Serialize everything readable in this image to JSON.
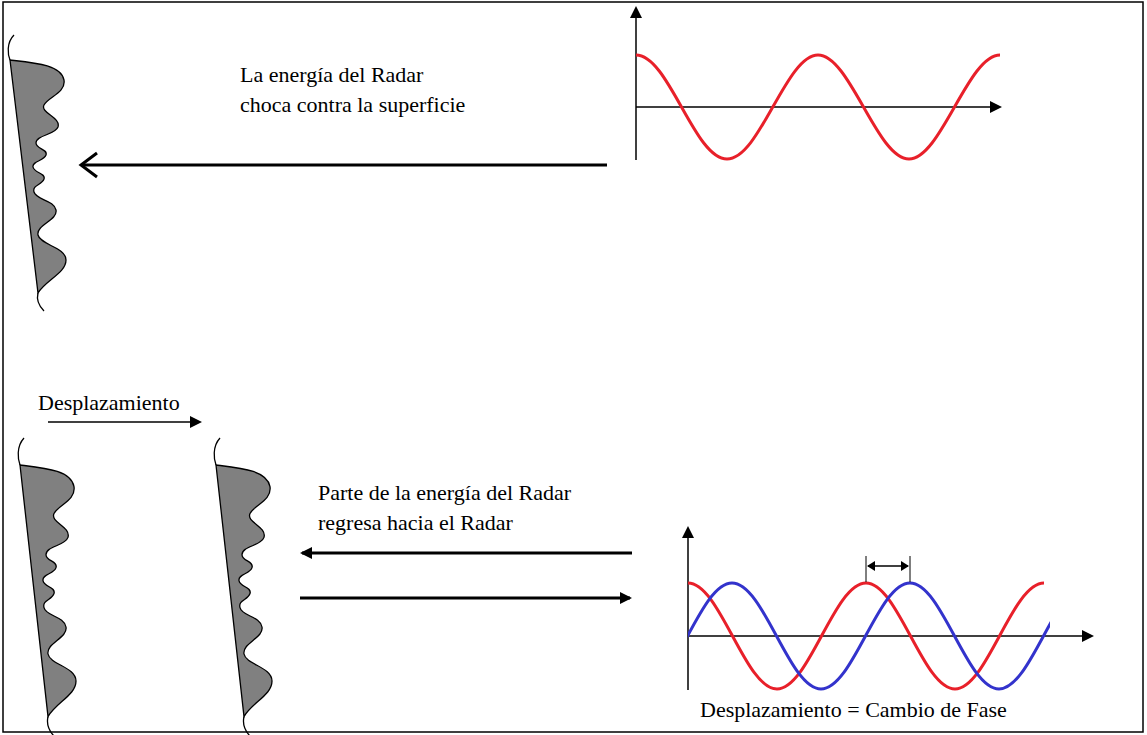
{
  "diagram": {
    "labels": [
      "La energía del Radar choca contra la superficie",
      "Desplazamiento",
      "Parte de la energía del Radar regresa hacia el Radar",
      "Desplazamiento = Cambio de Fase"
    ]
  }
}
